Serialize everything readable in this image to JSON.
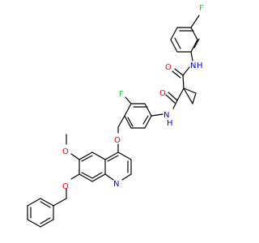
{
  "atoms": {
    "f_top": "F",
    "n_top": "N",
    "h_top": "H",
    "o_amide_a": "O",
    "o_amide_b": "O",
    "n_mid": "N",
    "h_mid": "H",
    "f_mid": "F",
    "o_methoxy": "O",
    "o_ether": "O",
    "o_benzyl": "O",
    "n_quinoline": "N"
  },
  "colors": {
    "oxygen": "#ff0000",
    "nitrogen": "#0000ff",
    "fluorine": "#33cc33",
    "bond": "#000000"
  }
}
